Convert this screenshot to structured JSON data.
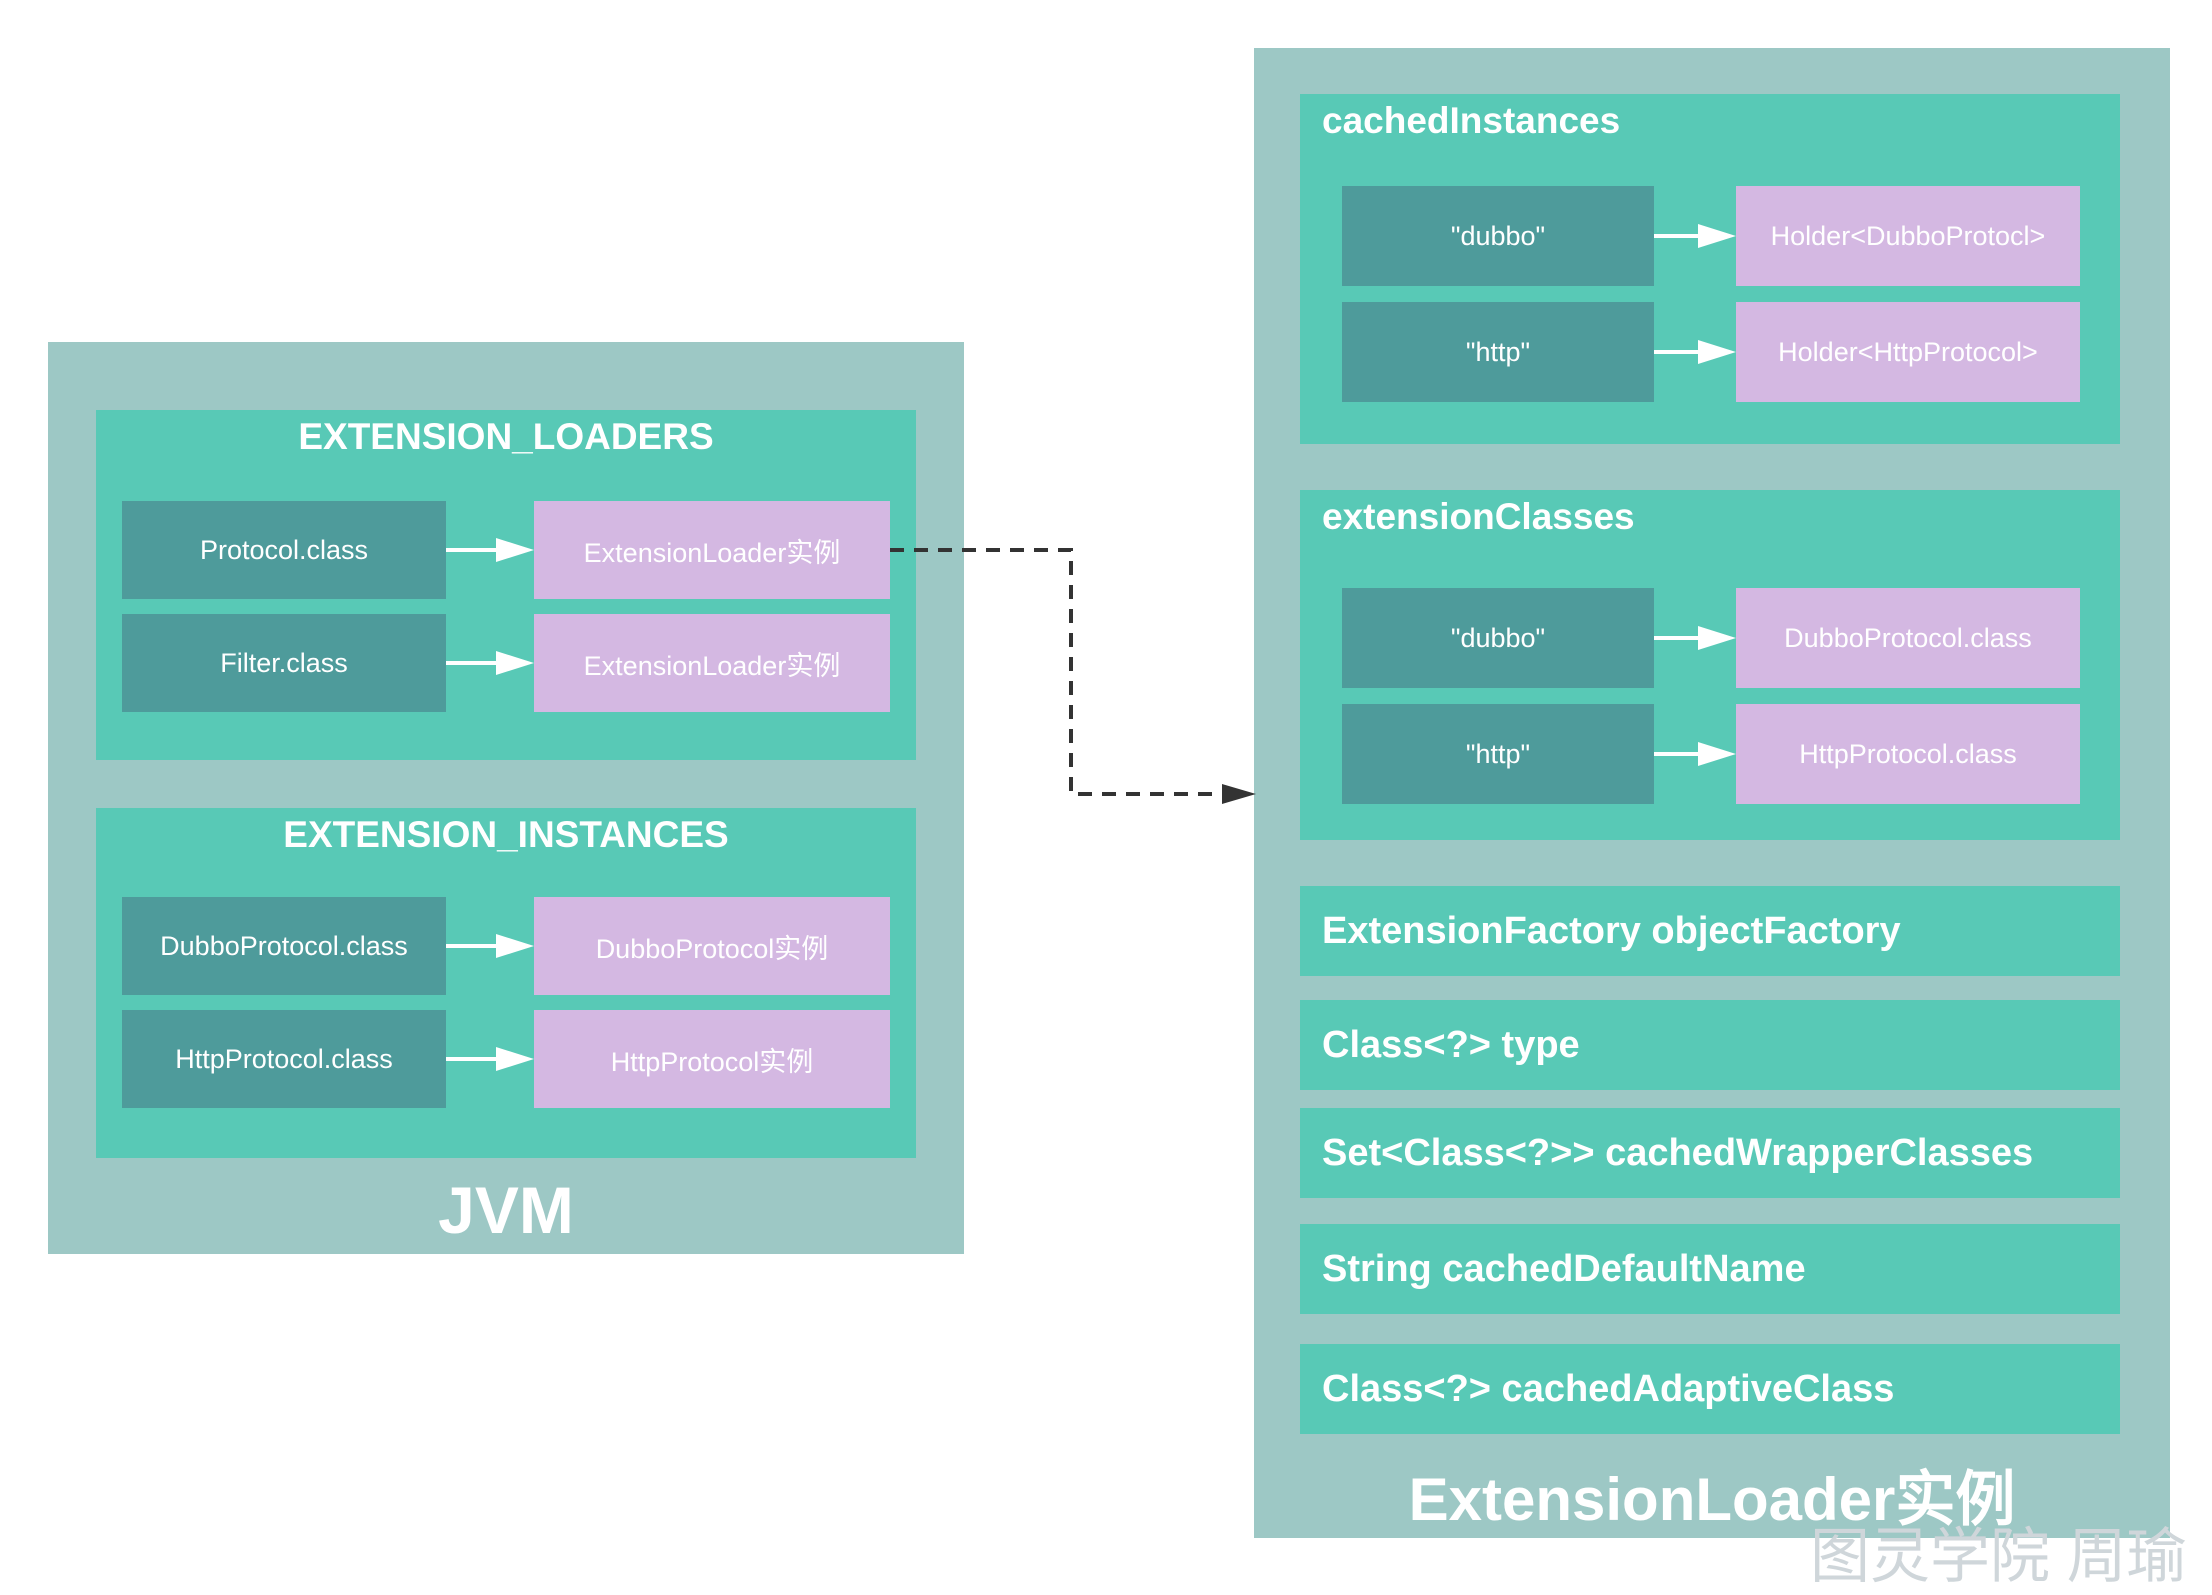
{
  "jvm": {
    "title": "JVM",
    "extension_loaders": {
      "title": "EXTENSION_LOADERS",
      "rows": [
        {
          "key": "Protocol.class",
          "value": "ExtensionLoader实例"
        },
        {
          "key": "Filter.class",
          "value": "ExtensionLoader实例"
        }
      ]
    },
    "extension_instances": {
      "title": "EXTENSION_INSTANCES",
      "rows": [
        {
          "key": "DubboProtocol.class",
          "value": "DubboProtocol实例"
        },
        {
          "key": "HttpProtocol.class",
          "value": "HttpProtocol实例"
        }
      ]
    }
  },
  "loader": {
    "title": "ExtensionLoader实例",
    "cached_instances": {
      "title": "cachedInstances",
      "rows": [
        {
          "key": "\"dubbo\"",
          "value": "Holder<DubboProtocl>"
        },
        {
          "key": "\"http\"",
          "value": "Holder<HttpProtocol>"
        }
      ]
    },
    "extension_classes": {
      "title": "extensionClasses",
      "rows": [
        {
          "key": "\"dubbo\"",
          "value": "DubboProtocol.class"
        },
        {
          "key": "\"http\"",
          "value": "HttpProtocol.class"
        }
      ]
    },
    "fields": [
      "ExtensionFactory objectFactory",
      "Class<?> type",
      "Set<Class<?>> cachedWrapperClasses",
      "String cachedDefaultName",
      "Class<?> cachedAdaptiveClass"
    ]
  },
  "watermark": "图灵学院 周瑜",
  "colors": {
    "outer_box": "#9dc8c5",
    "section_box": "#58c9b6",
    "key_box": "#4e9b9b",
    "value_box": "#d4b8e2",
    "connector": "#333333"
  }
}
